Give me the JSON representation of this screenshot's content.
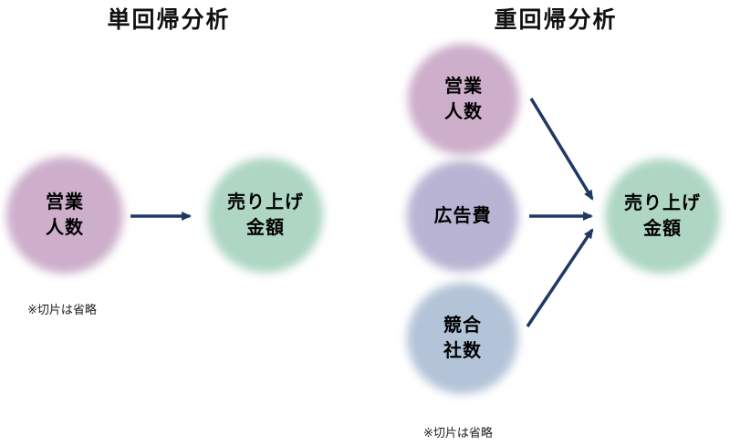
{
  "colors": {
    "arrow": "#1f3864",
    "node_sales_people": "#cdaecb",
    "node_ad_cost": "#b9b4d3",
    "node_competitors": "#b4c4d8",
    "node_sales_amount": "#aed6c3"
  },
  "left_panel": {
    "title": "単回帰分析",
    "nodes": {
      "sales_people": {
        "label": "営業\n人数"
      },
      "sales_amount": {
        "label": "売り上げ\n金額"
      }
    },
    "note": "※切片は省略"
  },
  "right_panel": {
    "title": "重回帰分析",
    "nodes": {
      "sales_people": {
        "label": "営業\n人数"
      },
      "ad_cost": {
        "label": "広告費"
      },
      "competitors": {
        "label": "競合\n社数"
      },
      "sales_amount": {
        "label": "売り上げ\n金額"
      }
    },
    "note": "※切片は省略"
  }
}
